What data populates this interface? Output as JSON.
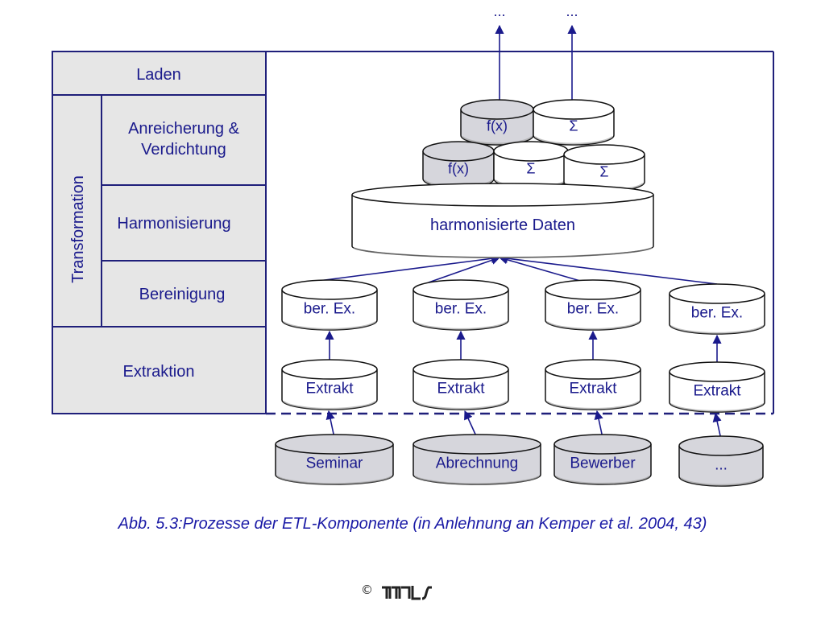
{
  "phases": {
    "load": "Laden",
    "transformation": "Transformation",
    "enrichment": "Anreicherung & Verdichtung",
    "harmonization": "Harmonisierung",
    "cleansing": "Bereinigung",
    "extraction": "Extraktion"
  },
  "top_outputs": [
    "...",
    "..."
  ],
  "aggregates": {
    "top_row": [
      "f(x)",
      "Σ"
    ],
    "second_row": [
      "f(x)",
      "Σ",
      "Σ"
    ]
  },
  "harmonized": "harmonisierte Daten",
  "cleansed_extracts": [
    "ber. Ex.",
    "ber. Ex.",
    "ber. Ex.",
    "ber. Ex."
  ],
  "extracts": [
    "Extrakt",
    "Extrakt",
    "Extrakt",
    "Extrakt"
  ],
  "sources": [
    "Seminar",
    "Abrechnung",
    "Bewerber",
    "..."
  ],
  "caption": "Abb. 5.3:Prozesse der ETL-Komponente (in Anlehnung an Kemper et al. 2004, 43)",
  "copyright_symbol": "©",
  "logo": "mis",
  "colors": {
    "ink": "#1a1a8c",
    "frame": "#1f1f7a",
    "panel_fill": "#e6e6e6",
    "cylinder_gray": "#d6d6dc",
    "caption": "#1a1aa6"
  }
}
